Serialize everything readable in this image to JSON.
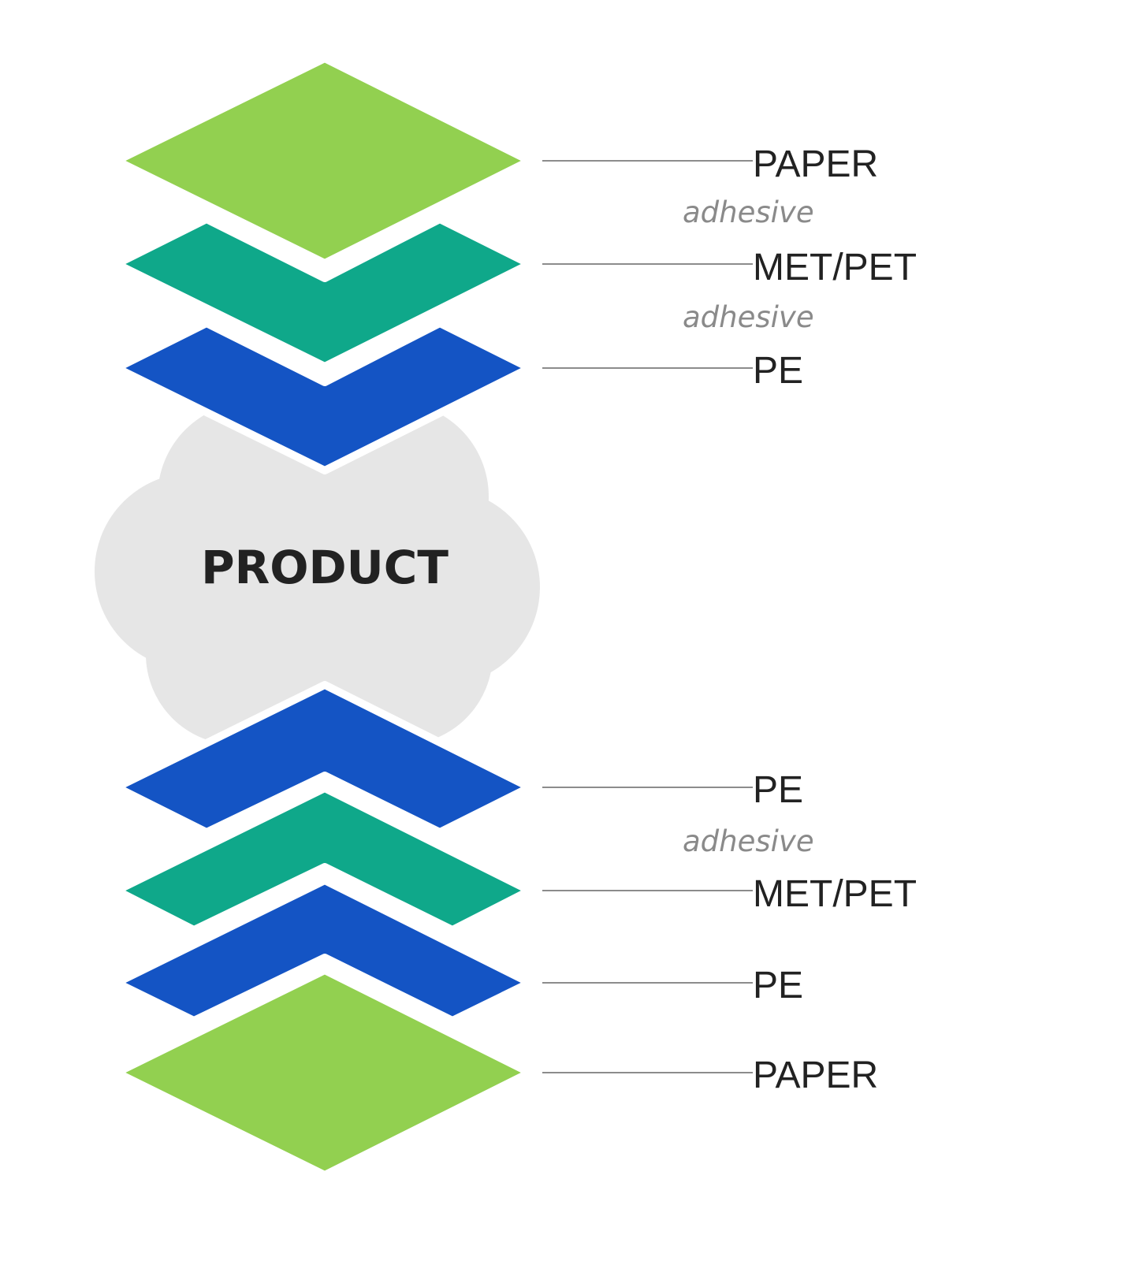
{
  "colors": {
    "paper": "#92d050",
    "met_pet": "#0fa88a",
    "pe": "#1454c4",
    "product": "#e6e6e6",
    "adhesive_text": "#8a8a8a",
    "label_text": "#222222"
  },
  "product": {
    "label": "PRODUCT"
  },
  "top_stack": {
    "layers": [
      {
        "label": "PAPER",
        "material": "paper"
      },
      {
        "label": "MET/PET",
        "material": "met_pet"
      },
      {
        "label": "PE",
        "material": "pe"
      }
    ],
    "adhesives": [
      "adhesive",
      "adhesive"
    ]
  },
  "bottom_stack": {
    "layers": [
      {
        "label": "PE",
        "material": "pe"
      },
      {
        "label": "MET/PET",
        "material": "met_pet"
      },
      {
        "label": "PE",
        "material": "pe"
      },
      {
        "label": "PAPER",
        "material": "paper"
      }
    ],
    "adhesives": [
      "adhesive"
    ]
  }
}
